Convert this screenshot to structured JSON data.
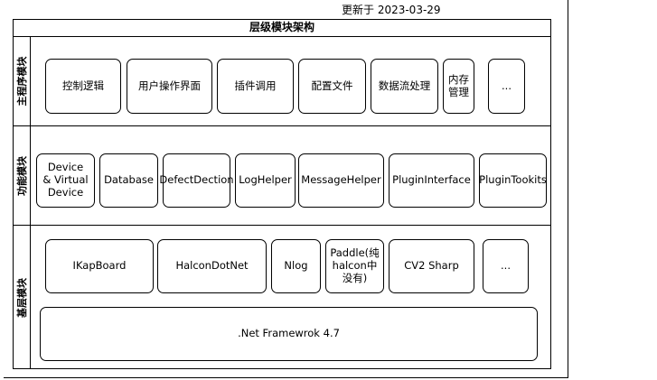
{
  "updated": "更新于 2023-03-29",
  "title": "层级模块架构",
  "lanes": {
    "main": {
      "label": "主程序模块",
      "items": [
        "控制逻辑",
        "用户操作界面",
        "插件调用",
        "配置文件",
        "数据流处理",
        "内存管理",
        "..."
      ]
    },
    "function": {
      "label": "功能模块",
      "items": [
        "Device & Virtual Device",
        "Database",
        "DefectDection",
        "LogHelper",
        "MessageHelper",
        "PluginInterface",
        "PluginTookits"
      ]
    },
    "base": {
      "label": "基层模块",
      "items": [
        "IKapBoard",
        "HalconDotNet",
        "Nlog",
        "Paddle(纯halcon中没有)",
        "CV2 Sharp",
        "...",
        ".Net Framewrok 4.7"
      ]
    }
  }
}
